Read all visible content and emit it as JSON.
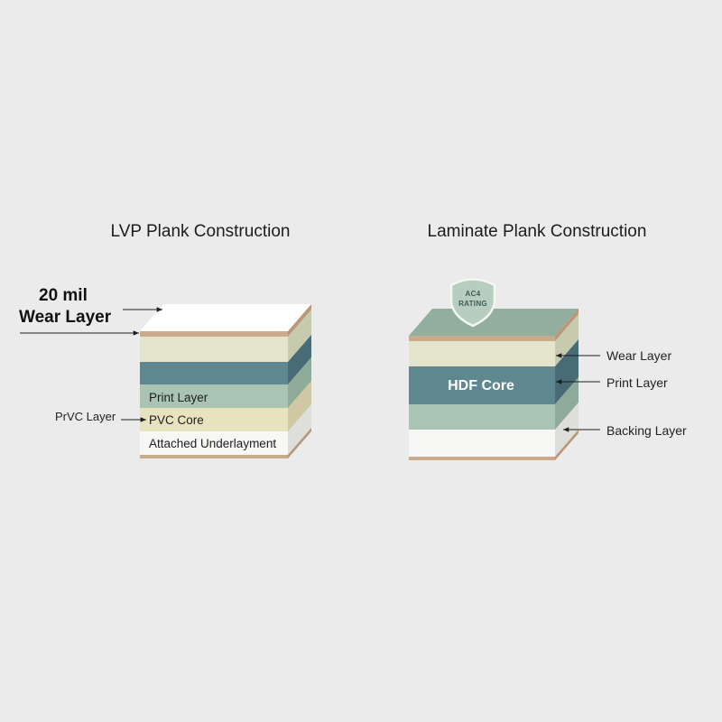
{
  "lvp": {
    "title": "LVP Plank Construction",
    "wear_callout_line1": "20 mil",
    "wear_callout_line2": "Wear Layer",
    "side_label": "PrVC Layer",
    "layers": {
      "print": "Print Layer",
      "core": "PVC Core",
      "underlayment": "Attached Underlayment"
    }
  },
  "laminate": {
    "title": "Laminate Plank Construction",
    "badge_line1": "AC4",
    "badge_line2": "RATING",
    "core_label": "HDF Core",
    "callouts": {
      "wear": "Wear Layer",
      "print": "Print Layer",
      "backing": "Backing Layer"
    }
  },
  "colors": {
    "background": "#ebebeb",
    "wear_white": "#ffffff",
    "tan_edge": "#c9ab8c",
    "cream": "#e3e4cb",
    "slate_teal": "#5f8790",
    "sage": "#a9c4b2",
    "pale_yellow": "#e8e3bf",
    "laminate_top": "#91ae9f",
    "badge_fill": "#b6cdbf"
  }
}
